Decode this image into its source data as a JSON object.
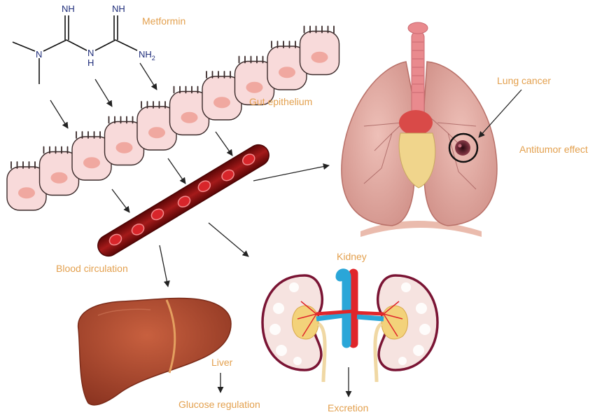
{
  "labels": {
    "metformin": "Metformin",
    "gut_epithelium": "Gut epithelium",
    "lung_cancer": "Lung cancer",
    "antitumor_effect": "Antitumor effect",
    "blood_circulation": "Blood circulation",
    "kidney": "Kidney",
    "liver": "Liver",
    "glucose_regulation": "Glucose regulation",
    "excretion": "Excretion"
  },
  "molecule": {
    "atoms": {
      "n1": "N",
      "nh_top1": "NH",
      "n_mid": "N",
      "h_mid": "H",
      "nh_top2": "NH",
      "nh2": "NH",
      "nh2_sub": "2"
    }
  },
  "colors": {
    "label": "#e3a04e",
    "chem": "#1f2d7a",
    "vessel": "#8e1414",
    "rbc": "#d8252a",
    "liver": "#a8442d",
    "lung": "#e2aaa2",
    "artery": "#e0262b",
    "vein": "#2aa6d8"
  }
}
